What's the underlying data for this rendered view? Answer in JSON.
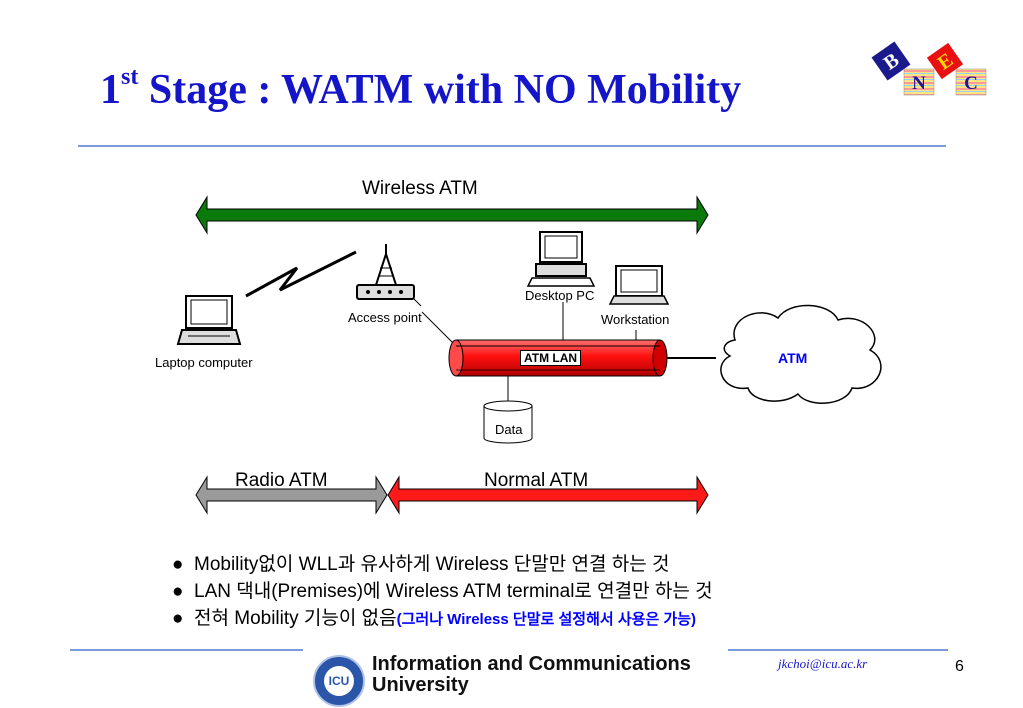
{
  "title": {
    "sup_num": "1",
    "sup": "st",
    "rest": " Stage : WATM with NO Mobility"
  },
  "logo": {
    "letters": [
      "B",
      "E",
      "N",
      "C"
    ]
  },
  "diagram": {
    "wireless_atm_label": "Wireless ATM",
    "laptop_label": "Laptop computer",
    "access_point_label": "Access point",
    "desktop_label": "Desktop PC",
    "workstation_label": "Workstation",
    "atm_lan_label": "ATM LAN",
    "atm_cloud_label": "ATM",
    "data_label": "Data",
    "radio_atm_label": "Radio ATM",
    "normal_atm_label": "Normal ATM",
    "colors": {
      "wireless_arrow": "#0a7a0a",
      "lan_pipe": "#ff1a1a",
      "radio_arrow": "#9a9a9a",
      "normal_arrow": "#ff1a1a",
      "atm_text": "#0000ff"
    }
  },
  "bullets": [
    {
      "text": "Mobility없이 WLL과 유사하게 Wireless 단말만 연결 하는 것"
    },
    {
      "text": "LAN 댁내(Premises)에 Wireless ATM terminal로 연결만 하는 것"
    },
    {
      "text": "전혀 Mobility 기능이 없음",
      "note": "(그러나 Wireless 단말로 설정해서 사용은 가능)"
    }
  ],
  "footer": {
    "logo_text": "ICU",
    "university_line1": "Information and Communications",
    "university_line2": "University",
    "email": "jkchoi@icu.ac.kr",
    "page_number": "6"
  }
}
